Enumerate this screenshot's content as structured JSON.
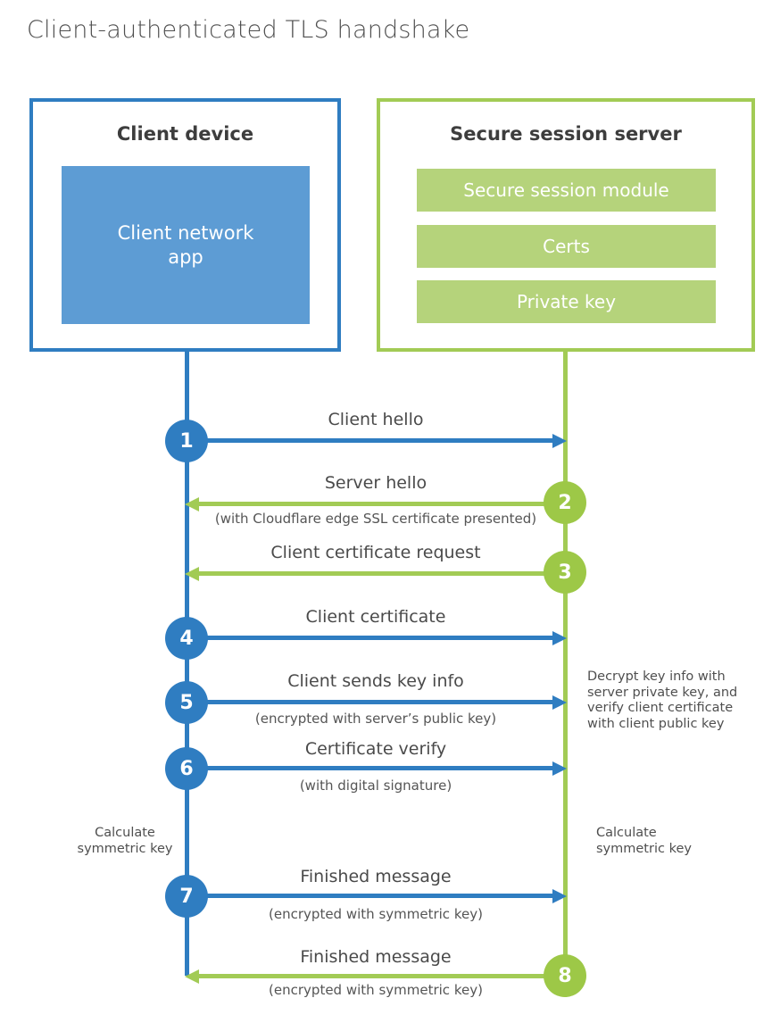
{
  "title": "Client-authenticated TLS handshake",
  "colors": {
    "blue": "#2f7dc1",
    "blue_fill": "#5d9cd4",
    "green_border": "#a2cb55",
    "green_circle": "#9dc847",
    "green_fill": "#b5d37b",
    "heading_text": "#3d3d3d",
    "label_text": "#4a4a4a"
  },
  "client": {
    "title": "Client device",
    "module": "Client network app"
  },
  "server": {
    "title": "Secure session server",
    "modules": [
      "Secure session module",
      "Certs",
      "Private key"
    ]
  },
  "steps": [
    {
      "num": "1",
      "label": "Client hello",
      "sub": ""
    },
    {
      "num": "2",
      "label": "Server hello",
      "sub": "(with Cloudflare edge SSL certificate presented)"
    },
    {
      "num": "3",
      "label": "Client certificate request",
      "sub": ""
    },
    {
      "num": "4",
      "label": "Client certificate",
      "sub": ""
    },
    {
      "num": "5",
      "label": "Client sends key info",
      "sub": "(encrypted with server’s public key)"
    },
    {
      "num": "6",
      "label": "Certificate verify",
      "sub": "(with digital signature)"
    },
    {
      "num": "7",
      "label": "Finished message",
      "sub": "(encrypted with symmetric key)"
    },
    {
      "num": "8",
      "label": "Finished message",
      "sub": "(encrypted with symmetric key)"
    }
  ],
  "annotations": {
    "decrypt_note": "Decrypt key info with server private key, and verify client certificate with client public key",
    "client_calc": "Calculate symmetric key",
    "server_calc": "Calculate symmetric key"
  }
}
